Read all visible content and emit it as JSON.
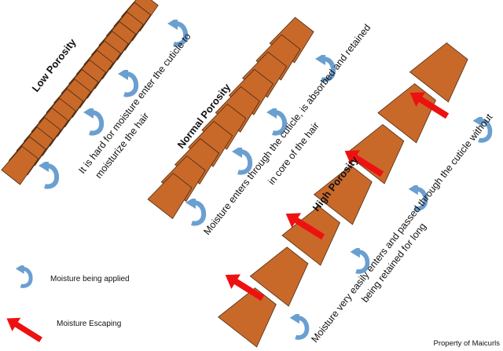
{
  "colors": {
    "scale_fill": "#c8692a",
    "scale_stroke": "#4a2a12",
    "moisture_arrow": "#6a9fd0",
    "escape_arrow": "#ee1111"
  },
  "icons": {
    "applied": "curved-arrow-icon",
    "escaping": "red-arrow-icon"
  },
  "low": {
    "title": "Low Porosity",
    "line1": "It is hard for moisture enter the cuticle to",
    "line2": "moisturize the hair"
  },
  "normal": {
    "title": "Normal Porosity",
    "line1": "Moisture enters through the cuticle, is absorbed and retained",
    "line2": "in core of the hair"
  },
  "high": {
    "title": "High Porosity",
    "line1": "Moisture very easily enters and passed through the cuticle without",
    "line2": "being retained for long"
  },
  "legend": {
    "applied": "Moisture being applied",
    "escaping": "Moisture Escaping"
  },
  "credit": "Property of Maicurls"
}
